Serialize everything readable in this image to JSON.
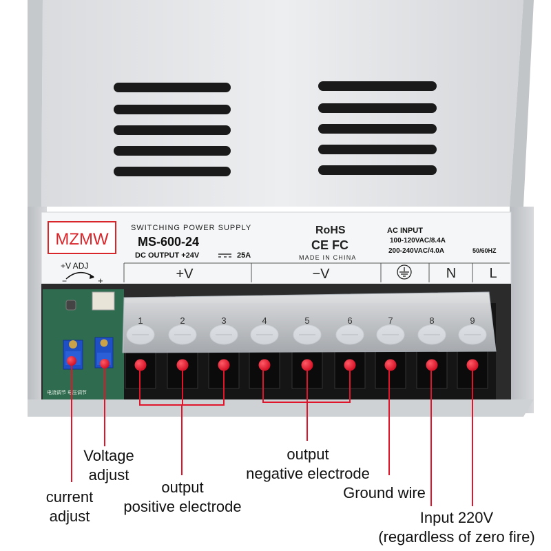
{
  "label": {
    "brand": "MZMW",
    "header": "SWITCHING POWER SUPPLY",
    "model": "MS-600-24",
    "dc_output_prefix": "DC OUTPUT +24V",
    "dc_output_current": "25A",
    "rohs": "RoHS",
    "certs": "CE FC",
    "made_in": "MADE IN CHINA",
    "ac_input_title": "AC INPUT",
    "ac_input_line1": "100-120VAC/8.4A",
    "ac_input_line2": "200-240VAC/4.0A",
    "frequency": "50/60HZ",
    "plus_v": "+V",
    "minus_v": "−V",
    "neutral": "N",
    "live": "L",
    "v_adj": "+V ADJ",
    "adj_minus": "−",
    "adj_plus": "+"
  },
  "terminals": [
    "1",
    "2",
    "3",
    "4",
    "5",
    "6",
    "7",
    "8",
    "9"
  ],
  "pcb_text": "电流调节  电压调节",
  "colors": {
    "marker": "#e0142a",
    "brand_red": "#d8262b",
    "case_metal": "#e2e4e6",
    "terminal_block": "#141414"
  },
  "callouts": {
    "voltage_adjust": [
      "Voltage",
      "adjust"
    ],
    "current_adjust": [
      "current",
      "adjust"
    ],
    "output_positive": [
      "output",
      "positive electrode"
    ],
    "output_negative": [
      "output",
      "negative electrode"
    ],
    "ground_wire": [
      "Ground wire"
    ],
    "input_220v": [
      "Input 220V",
      "(regardless of zero fire)"
    ]
  }
}
